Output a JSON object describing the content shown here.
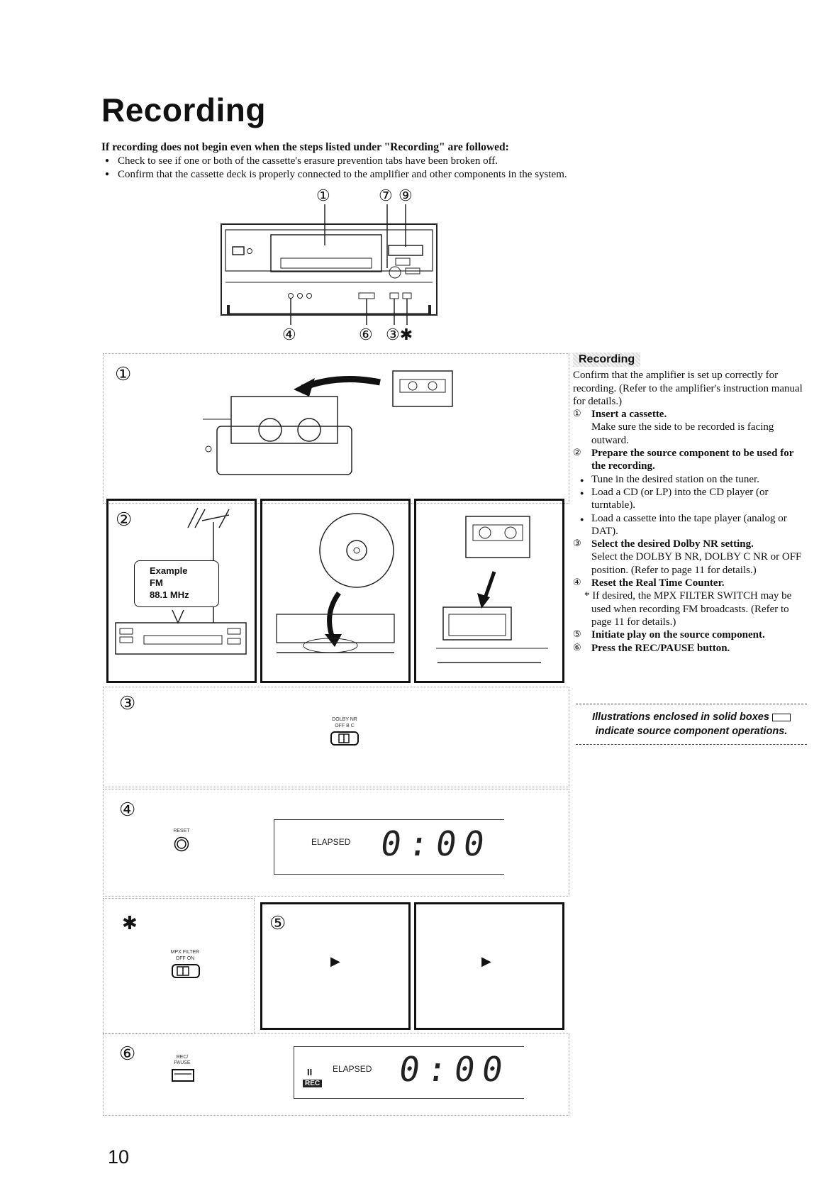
{
  "page": {
    "title": "Recording",
    "note_heading": "If recording does not begin even when the steps listed under \"Recording\" are followed:",
    "notes": [
      "Check to see if one or both of the cassette's erasure prevention tabs have been broken off.",
      "Confirm that the cassette deck is properly connected to the amplifier and other components in the system."
    ],
    "page_number": "10"
  },
  "front_panel_callouts": {
    "top": [
      "①",
      "⑦",
      "⑨"
    ],
    "bottom": [
      "④",
      "⑥",
      "③✱"
    ]
  },
  "steps": {
    "s1": "①",
    "s2": "②",
    "s3": "③",
    "s4": "④",
    "star": "✱",
    "s5": "⑤",
    "s6": "⑥"
  },
  "example_box": {
    "line1": "Example",
    "line2": "FM",
    "line3": "88.1 MHz"
  },
  "labels": {
    "dolby": "DOLBY NR",
    "dolby_positions": "OFF  B  C",
    "reset": "RESET",
    "mpx": "MPX FILTER",
    "mpx_positions": "OFF   ON",
    "rec_pause": "REC/ PAUSE",
    "elapsed": "ELAPSED",
    "counter": "0:00",
    "rec_badge": "REC",
    "pause_symbol": "II",
    "play_symbol": "▶"
  },
  "sidebar": {
    "header": "Recording",
    "intro": "Confirm that the amplifier is set up correctly for recording. (Refer to the amplifier's instruction manual for details.)",
    "items": [
      {
        "mark": "①",
        "title": "Insert a cassette.",
        "body": "Make sure the side to be recorded is facing outward."
      },
      {
        "mark": "②",
        "title": "Prepare the source component to be used for the recording."
      },
      {
        "mark": "③",
        "title": "Select the desired Dolby NR setting.",
        "body": "Select the DOLBY B NR, DOLBY C NR or OFF position. (Refer to page 11 for details.)"
      },
      {
        "mark": "④",
        "title": "Reset the Real Time Counter."
      },
      {
        "mark": "⑤",
        "title": "Initiate play on the source component."
      },
      {
        "mark": "⑥",
        "title": "Press the REC/PAUSE button."
      }
    ],
    "source_bullets": [
      "Tune in the desired station on the tuner.",
      "Load a CD (or LP) into the CD player (or turntable).",
      "Load a cassette into the tape player (analog or DAT)."
    ],
    "star_note": "* If desired, the MPX FILTER SWITCH may be used when recording FM broadcasts. (Refer to page 11 for details.)",
    "legend_line1": "Illustrations enclosed in solid boxes",
    "legend_line2": "indicate source component operations."
  }
}
